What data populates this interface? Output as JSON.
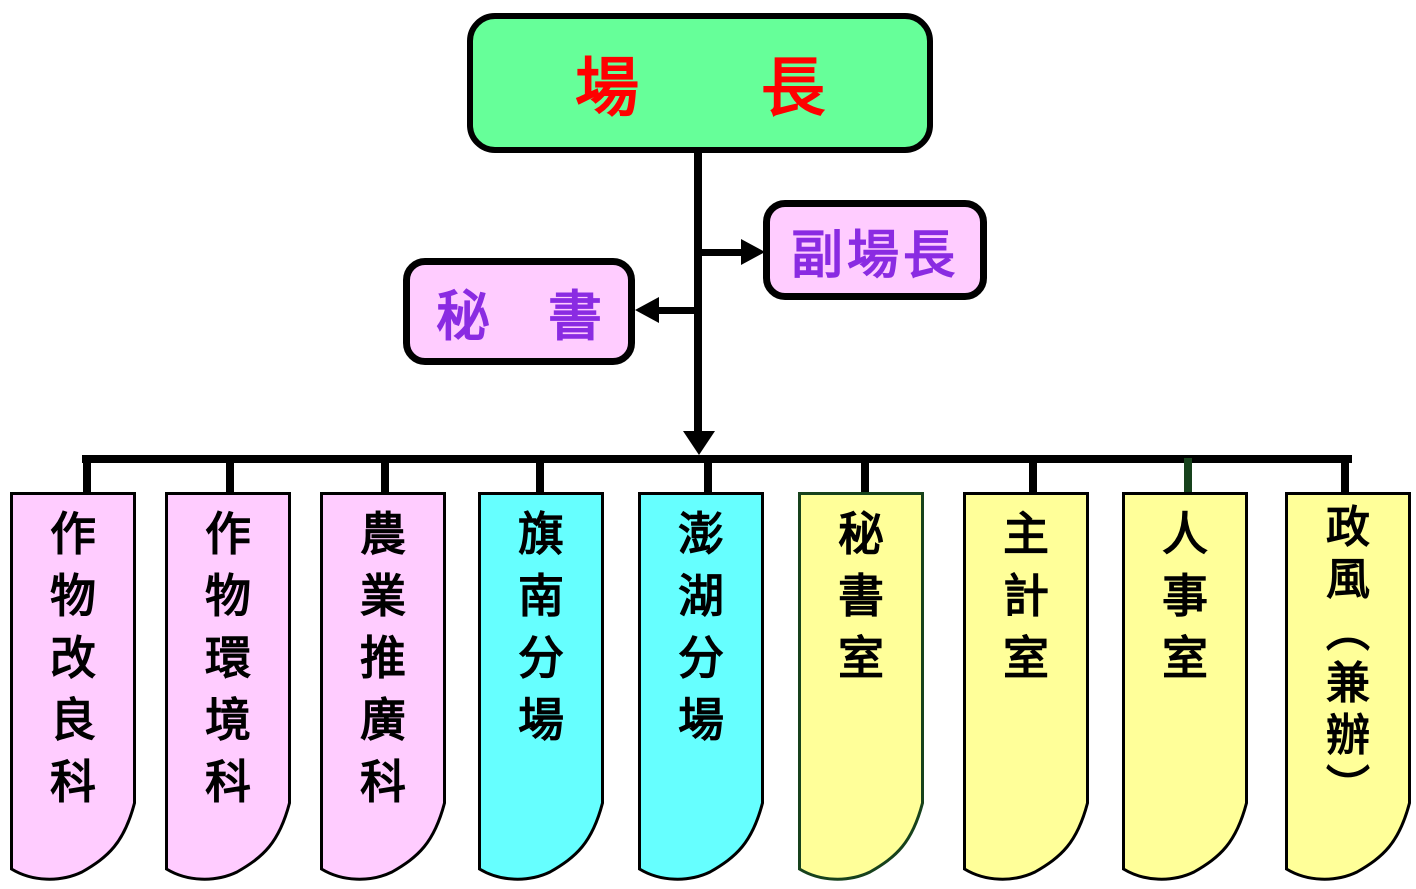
{
  "palette": {
    "background": "#FFFFFF",
    "green": "#66FF99",
    "pink": "#FFCCFF",
    "cyan": "#66FFFF",
    "yellow": "#FFFF99",
    "red": "#FF0000",
    "purple": "#8A2BE2",
    "black": "#000000",
    "dark_green": "#17421C"
  },
  "nodes": {
    "director": {
      "text": "場長",
      "chars": [
        "場",
        "長"
      ],
      "fill": "green",
      "text_color": "red",
      "border": "black"
    },
    "deputy_director": {
      "text": "副場長",
      "fill": "pink",
      "text_color": "purple",
      "border": "black"
    },
    "secretary": {
      "text": "秘書",
      "chars": [
        "秘",
        "書"
      ],
      "fill": "pink",
      "text_color": "purple",
      "border": "black"
    }
  },
  "departments": [
    {
      "label": "作物改良科",
      "chars": [
        "作",
        "物",
        "改",
        "良",
        "科"
      ],
      "fill": "pink",
      "border": "black",
      "connector": "black"
    },
    {
      "label": "作物環境科",
      "chars": [
        "作",
        "物",
        "環",
        "境",
        "科"
      ],
      "fill": "pink",
      "border": "black",
      "connector": "black"
    },
    {
      "label": "農業推廣科",
      "chars": [
        "農",
        "業",
        "推",
        "廣",
        "科"
      ],
      "fill": "pink",
      "border": "black",
      "connector": "black"
    },
    {
      "label": "旗南分場",
      "chars": [
        "旗",
        "南",
        "分",
        "場"
      ],
      "fill": "cyan",
      "border": "black",
      "connector": "black"
    },
    {
      "label": "澎湖分場",
      "chars": [
        "澎",
        "湖",
        "分",
        "場"
      ],
      "fill": "cyan",
      "border": "black",
      "connector": "black"
    },
    {
      "label": "秘書室",
      "chars": [
        "秘",
        "書",
        "室"
      ],
      "fill": "yellow",
      "border": "dark_green",
      "connector": "black"
    },
    {
      "label": "主計室",
      "chars": [
        "主",
        "計",
        "室"
      ],
      "fill": "yellow",
      "border": "black",
      "connector": "black"
    },
    {
      "label": "人事室",
      "chars": [
        "人",
        "事",
        "室"
      ],
      "fill": "yellow",
      "border": "black",
      "connector": "dark_green"
    },
    {
      "label": "政風（兼辦）",
      "chars": [
        "政",
        "風",
        "︵",
        "兼",
        "辦",
        "︶"
      ],
      "fill": "yellow",
      "border": "black",
      "connector": "black"
    }
  ]
}
